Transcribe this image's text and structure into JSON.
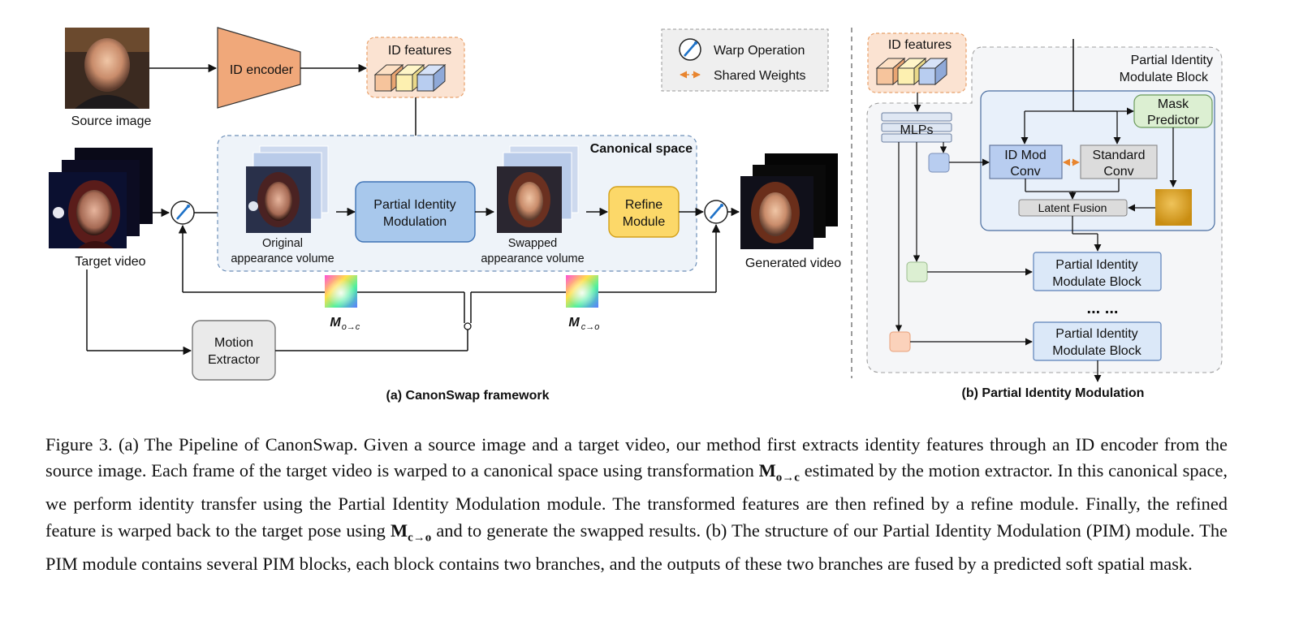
{
  "panel_a": {
    "source_image_label": "Source image",
    "id_encoder_label": "ID encoder",
    "id_features_label": "ID features",
    "target_video_label": "Target video",
    "canonical_space_label": "Canonical space",
    "original_volume_label_1": "Original",
    "original_volume_label_2": "appearance volume",
    "pim_label_1": "Partial Identity",
    "pim_label_2": "Modulation",
    "swapped_volume_label_1": "Swapped",
    "swapped_volume_label_2": "appearance volume",
    "refine_label_1": "Refine",
    "refine_label_2": "Module",
    "generated_video_label": "Generated video",
    "motion_extractor_label_1": "Motion",
    "motion_extractor_label_2": "Extractor",
    "flow_o2c_base": "M",
    "flow_o2c_sub": "o→c",
    "flow_c2o_base": "M",
    "flow_c2o_sub": "c→o",
    "title": "(a) CanonSwap framework"
  },
  "legend": {
    "warp_label": "Warp Operation",
    "shared_label": "Shared Weights"
  },
  "panel_b": {
    "id_features_label": "ID features",
    "pimb_title_1": "Partial Identity",
    "pimb_title_2": "Modulate Block",
    "mlps_label": "MLPs",
    "mask_predictor_1": "Mask",
    "mask_predictor_2": "Predictor",
    "id_mod_conv_1": "ID Mod",
    "id_mod_conv_2": "Conv",
    "standard_conv_1": "Standard",
    "standard_conv_2": "Conv",
    "latent_fusion": "Latent Fusion",
    "block_1_label_1": "Partial Identity",
    "block_1_label_2": "Modulate Block",
    "ellipsis": "... ...",
    "block_2_label_1": "Partial Identity",
    "block_2_label_2": "Modulate Block",
    "title": "(b) Partial Identity Modulation"
  },
  "caption": {
    "part1": "Figure 3. (a) The Pipeline of CanonSwap. Given a source image and a target video, our method first extracts identity features through an ID encoder from the source image. Each frame of the target video is warped to a canonical space using transformation ",
    "m1_base": "M",
    "m1_sub": "o→c",
    "part2": " estimated by the motion extractor. In this canonical space, we perform identity transfer using the Partial Identity Modulation module. The transformed features are then refined by a refine module. Finally, the refined feature is warped back to the target pose using ",
    "m2_base": "M",
    "m2_sub": "c→o",
    "part3": " and to generate the swapped results. (b) The structure of our Partial Identity Modulation (PIM) module. The PIM module contains several PIM blocks, each block contains two branches, and the outputs of these two branches are fused by a predicted soft spatial mask."
  },
  "colors": {
    "encoder": "#f0a87a",
    "pim_blue": "#a8c8ec",
    "refine_yellow": "#fcd869",
    "mask_green": "#dcefd2",
    "id_features_bg": "#fbe3d2",
    "canonical_bg": "#eef3f9",
    "mask_square": "#d9a21b"
  }
}
